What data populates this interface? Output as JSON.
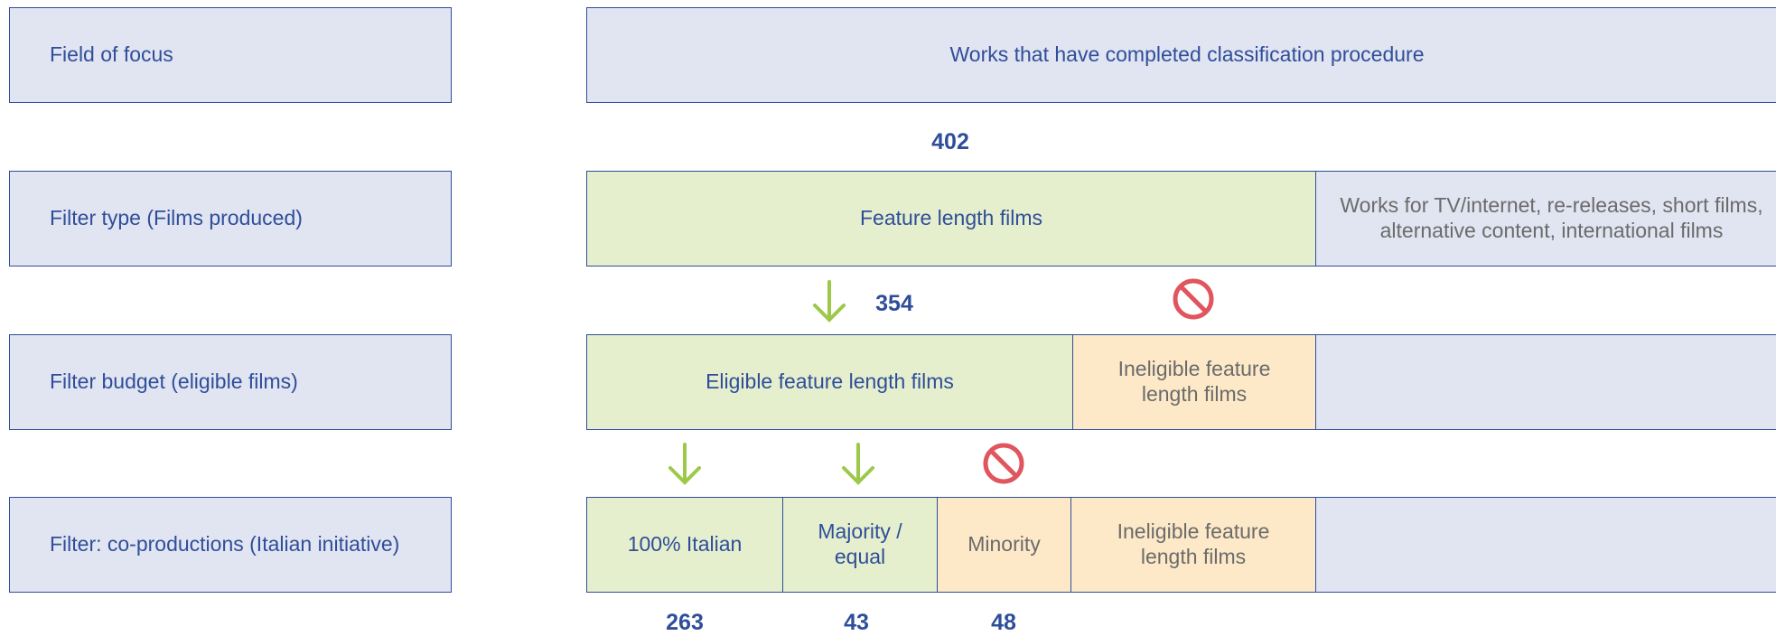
{
  "rows": [
    {
      "label": "Field of focus"
    },
    {
      "label": "Filter type (Films produced)"
    },
    {
      "label": "Filter budget (eligible films)"
    },
    {
      "label": "Filter: co-productions (Italian initiative)"
    }
  ],
  "row1": {
    "completed": "Works that have completed classification procedure"
  },
  "row2": {
    "feature": "Feature length films",
    "other": "Works for TV/internet, re-releases, short films, alternative content, international films"
  },
  "row3": {
    "eligible": "Eligible feature length films",
    "ineligible": "Ineligible feature length films"
  },
  "row4": {
    "italian": "100% Italian",
    "majority": "Majority / equal",
    "minority": "Minority",
    "ineligible": "Ineligible feature length films"
  },
  "counts": {
    "total": "402",
    "eligible": "354",
    "italian": "263",
    "majority": "43",
    "minority": "48"
  },
  "icons": {
    "arrow_color": "#9cc94a",
    "prohibited_color": "#e0555e"
  },
  "colors": {
    "border": "#2f4e9a",
    "blue_fill": "#e1e4f1",
    "green_fill": "#e5efcd",
    "orange_fill": "#fde9c8"
  }
}
